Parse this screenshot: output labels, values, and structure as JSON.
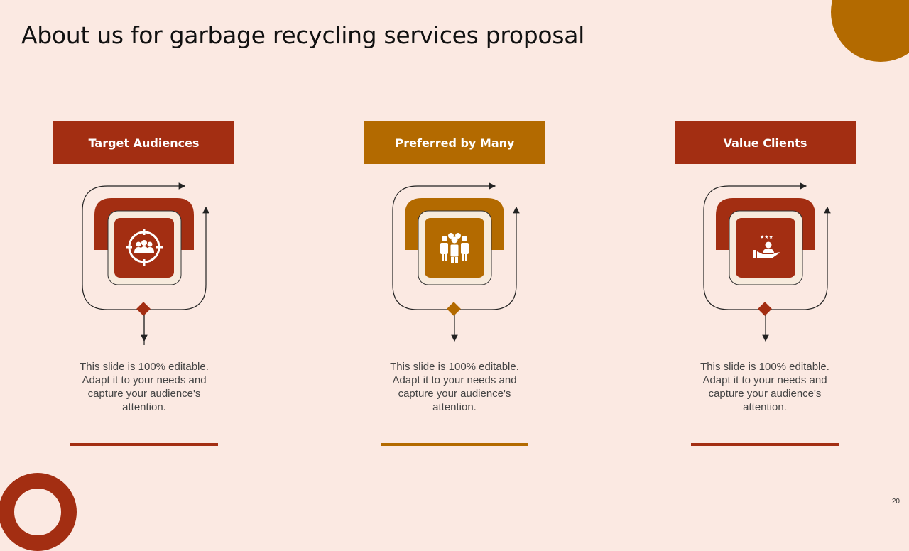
{
  "slide": {
    "title": "About us for garbage recycling services proposal",
    "page_number": "20"
  },
  "colors": {
    "background": "#fbe9e2",
    "red": "#a32e12",
    "amber": "#b36a00",
    "cream": "#f7ebdd"
  },
  "columns": [
    {
      "heading": "Target Audiences",
      "text": "This slide is 100% editable. Adapt it to your needs and capture your audience's attention.",
      "icon": "target-audience-icon",
      "color": "#a32e12"
    },
    {
      "heading": "Preferred by Many",
      "text": "This slide is 100% editable. Adapt it to your needs and capture your audience's attention.",
      "icon": "group-people-icon",
      "color": "#b36a00"
    },
    {
      "heading": "Value Clients",
      "text": "This slide is 100% editable. Adapt it to your needs and capture your audience's attention.",
      "icon": "valued-client-icon",
      "color": "#a32e12"
    }
  ]
}
